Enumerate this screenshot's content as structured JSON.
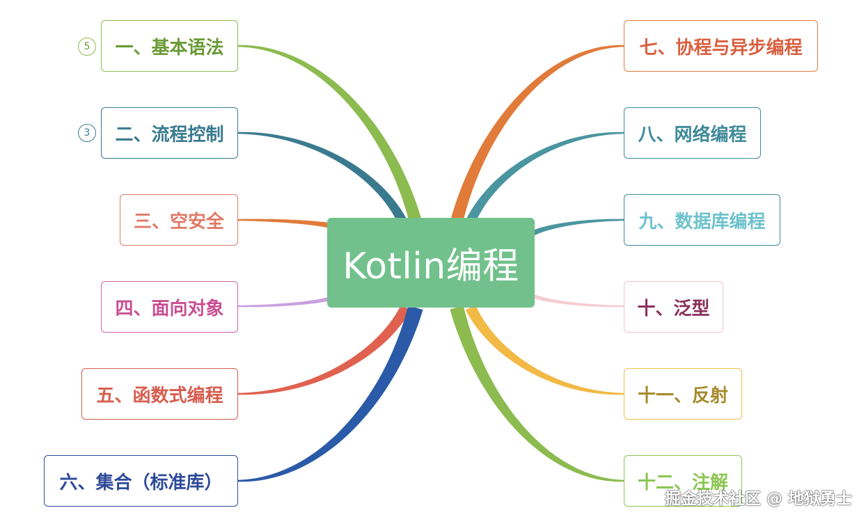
{
  "center": {
    "label": "Kotlin编程",
    "color": "#72c18c"
  },
  "left": [
    {
      "label": "一、基本语法",
      "color": "#8cbb4f",
      "badge": "5"
    },
    {
      "label": "二、流程控制",
      "color": "#3a7a8f",
      "badge": "3"
    },
    {
      "label": "三、空安全",
      "color": "#e07a66"
    },
    {
      "label": "四、面向对象",
      "color": "#c94f92"
    },
    {
      "label": "五、函数式编程",
      "color": "#d65d4e"
    },
    {
      "label": "六、集合（标准库）",
      "color": "#2e4b9a"
    }
  ],
  "right": [
    {
      "label": "七、协程与异步编程",
      "color": "#e07b3a"
    },
    {
      "label": "八、网络编程",
      "color": "#3f8a99"
    },
    {
      "label": "九、数据库编程",
      "color": "#6cc2cc"
    },
    {
      "label": "十、泛型",
      "color": "#8a2f5a"
    },
    {
      "label": "十一、反射",
      "color": "#a68a2d"
    },
    {
      "label": "十二、注解",
      "color": "#8cc652"
    }
  ],
  "watermark": "掘金技术社区 @ 地狱勇士"
}
